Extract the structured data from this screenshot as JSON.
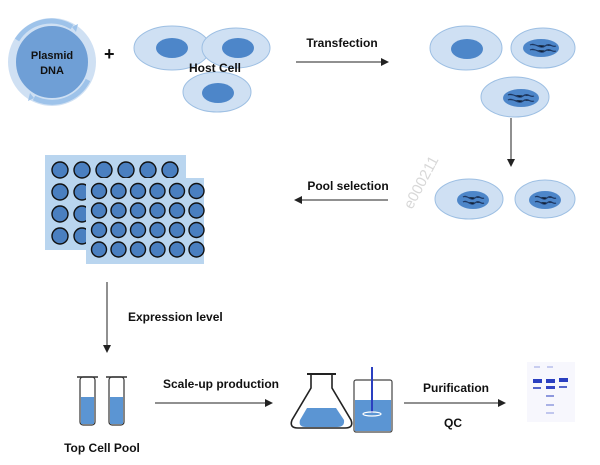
{
  "labels": {
    "plasmid_line1": "Plasmid",
    "plasmid_line2": "DNA",
    "plus": "+",
    "host_cell": "Host Cell",
    "transfection": "Transfection",
    "pool_selection": "Pool selection",
    "expression_level": "Expression level",
    "top_cell_pool": "Top Cell Pool",
    "scale_up": "Scale-up production",
    "purification": "Purification",
    "qc": "QC",
    "watermark": "e000211"
  },
  "colors": {
    "cell_fill": "#cfe0f3",
    "cell_stroke": "#9dbfe3",
    "nucleus": "#4d86c9",
    "plate": "#b9d5ef",
    "well": "#4a7fc0",
    "liquid": "#5b95d3",
    "plasmid": "#6f9fd6",
    "band": "#2a3fc0"
  }
}
